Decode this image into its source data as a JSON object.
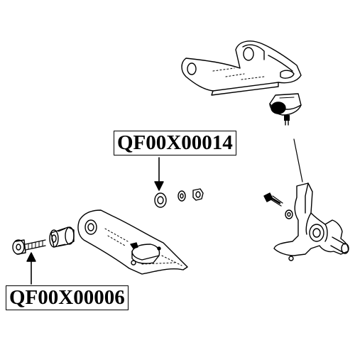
{
  "diagram": {
    "labels": [
      {
        "id": "top",
        "text": "QF00X00014",
        "part": "bolt-washer-nut-set"
      },
      {
        "id": "bottom",
        "text": "QF00X00006",
        "part": "camber-bolt-and-bushing"
      }
    ],
    "parts": [
      "upper-control-arm",
      "upper-ball-joint",
      "steering-knuckle",
      "lower-control-arm",
      "lower-arm-bushing",
      "camber-bolt",
      "cam-washer",
      "washer",
      "nut"
    ],
    "colors": {
      "ink": "#000000",
      "background": "#ffffff"
    }
  }
}
